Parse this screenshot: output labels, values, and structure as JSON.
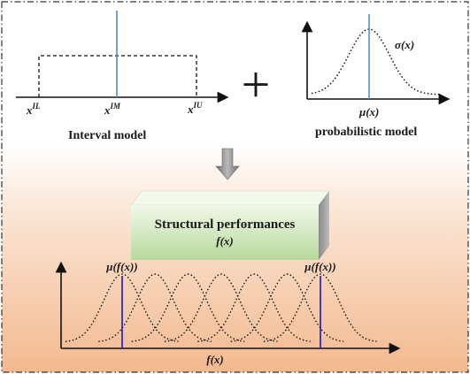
{
  "interval_model": {
    "caption": "Interval model",
    "labels": {
      "lower": {
        "base": "x",
        "sup": "IL"
      },
      "middle": {
        "base": "x",
        "sup": "IM"
      },
      "upper": {
        "base": "x",
        "sup": "IU"
      }
    }
  },
  "plus_symbol": "+",
  "probabilistic_model": {
    "caption": "probabilistic model",
    "mean_label": "μ(x)",
    "std_label": "σ(x)"
  },
  "structural_box": {
    "title": "Structural performances",
    "function_label": "f(x)"
  },
  "bottom_plot": {
    "mean_label_left": "μ(f(x))",
    "mean_label_right": "μ(f(x))",
    "x_axis_label": "f(x)",
    "curve_count": 7
  },
  "colors": {
    "mean_line_top": "#4a8bd1",
    "mean_line_bottom": "#2a2ad0",
    "box_front_top": "#eef7e3",
    "box_front_bottom": "#b9dca0",
    "box_top_face": "#f3f9ec",
    "box_side_face": "#9c9c9c",
    "arrow_fill": "#8f8f8f",
    "background_bottom": "#f4bf9a"
  }
}
